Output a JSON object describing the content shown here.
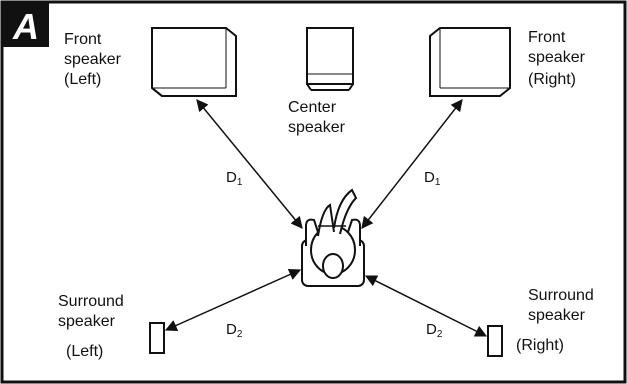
{
  "panel_letter": "A",
  "speakers": {
    "front_left": {
      "lines": [
        "Front",
        "speaker",
        "(Left)"
      ]
    },
    "center": {
      "lines": [
        "Center",
        "speaker"
      ]
    },
    "front_right": {
      "lines": [
        "Front",
        "speaker",
        "(Right)"
      ]
    },
    "surround_left": {
      "lines": [
        "Surround",
        "speaker",
        "(Left)"
      ]
    },
    "surround_right": {
      "lines": [
        "Surround",
        "speaker",
        "(Right)"
      ]
    }
  },
  "distances": {
    "d1": {
      "letter": "D",
      "sub": "1"
    },
    "d2": {
      "letter": "D",
      "sub": "2"
    }
  }
}
